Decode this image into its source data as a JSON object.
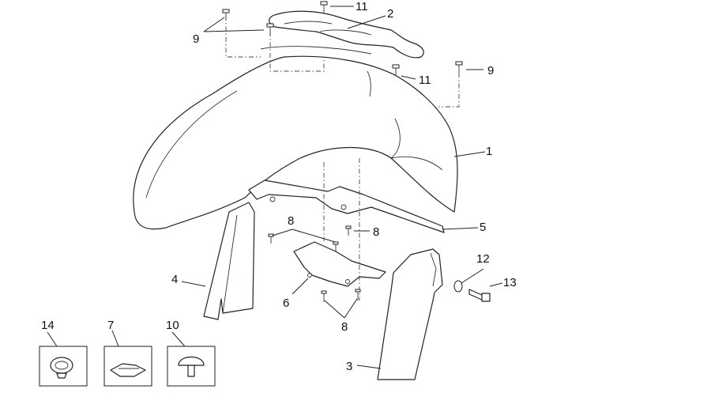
{
  "diagram": {
    "callouts": {
      "c1": "1",
      "c2": "2",
      "c3": "3",
      "c4": "4",
      "c5": "5",
      "c6": "6",
      "c7": "7",
      "c8a": "8",
      "c8b": "8",
      "c8c": "8",
      "c9a": "9",
      "c9b": "9",
      "c10": "10",
      "c11a": "11",
      "c11b": "11",
      "c12": "12",
      "c13": "13",
      "c14": "14"
    }
  }
}
